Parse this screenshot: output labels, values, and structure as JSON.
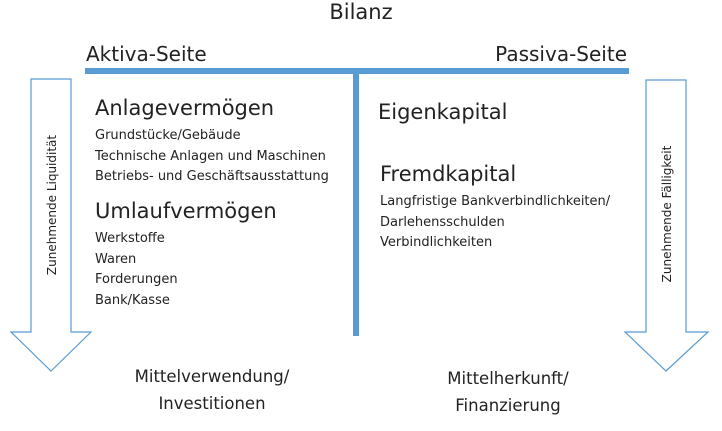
{
  "title": "Bilanz",
  "aktiva": {
    "label": "Aktiva-Seite",
    "arrow_label": "Zunehmende Liquidität",
    "anlagevermoegen": {
      "heading": "Anlagevermögen",
      "items": [
        "Grundstücke/Gebäude",
        "Technische Anlagen und Maschinen",
        "Betriebs- und Geschäftsausstattung"
      ]
    },
    "umlaufvermoegen": {
      "heading": "Umlaufvermögen",
      "items": [
        "Werkstoffe",
        "Waren",
        "Forderungen",
        "Bank/Kasse"
      ]
    },
    "footer": [
      "Mittelverwendung/",
      "Investitionen"
    ]
  },
  "passiva": {
    "label": "Passiva-Seite",
    "arrow_label": "Zunehmende Fälligkeit",
    "eigenkapital": {
      "heading": "Eigenkapital"
    },
    "fremdkapital": {
      "heading": "Fremdkapital",
      "items": [
        "Langfristige Bankverbindlichkeiten/",
        "Darlehensschulden",
        "Verbindlichkeiten"
      ]
    },
    "footer": [
      "Mittelherkunft/",
      "Finanzierung"
    ]
  },
  "colors": {
    "accent": "#5b9bd5",
    "arrow_stroke": "#5b9bd5",
    "arrow_fill": "#ffffff"
  }
}
